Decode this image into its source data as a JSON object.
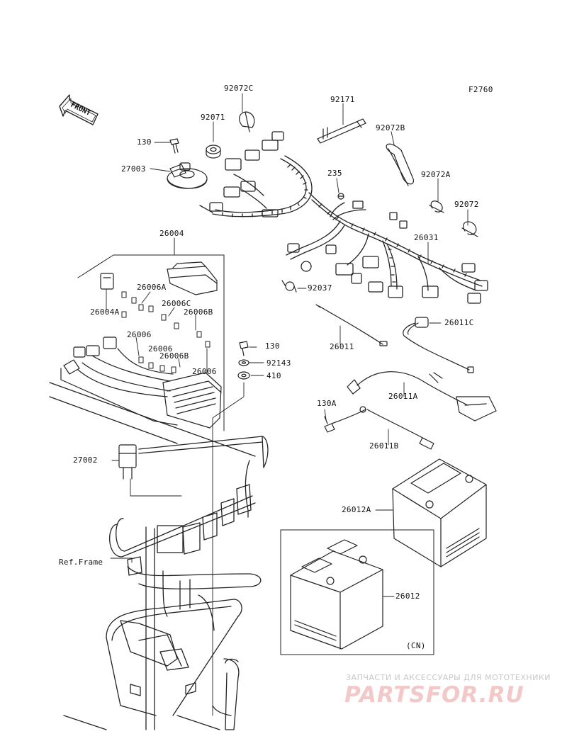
{
  "figure_code": "F2760",
  "front_arrow_text": "FRONT",
  "callouts": {
    "c_92072C": "92072C",
    "c_92171": "92171",
    "c_92071": "92071",
    "c_92072B": "92072B",
    "c_130_top": "130",
    "c_27003": "27003",
    "c_235": "235",
    "c_92072A": "92072A",
    "c_92072": "92072",
    "c_26004": "26004",
    "c_26031": "26031",
    "c_26006A": "26006A",
    "c_26004A": "26004A",
    "c_26006C": "26006C",
    "c_26006B_a": "26006B",
    "c_92037": "92037",
    "c_26011C": "26011C",
    "c_26006_a": "26006",
    "c_26006_b": "26006",
    "c_26011": "26011",
    "c_26006B_b": "26006B",
    "c_130_mid": "130",
    "c_92143": "92143",
    "c_26006_c": "26006",
    "c_410": "410",
    "c_26011A": "26011A",
    "c_130A": "130A",
    "c_26011B": "26011B",
    "c_27002": "27002",
    "c_26012A": "26012A",
    "c_ref_frame": "Ref.Frame",
    "c_26012": "26012",
    "c_cn": "(CN)"
  },
  "watermark": {
    "tagline": "ЗАПЧАСТИ И АКСЕССУАРЫ ДЛЯ МОТОТЕХНИКИ",
    "logo": "PARTSFOR.RU"
  },
  "colors": {
    "line": "#222222",
    "watermark_text": "#c8c8c8",
    "watermark_logo": "#f3c8c8"
  }
}
